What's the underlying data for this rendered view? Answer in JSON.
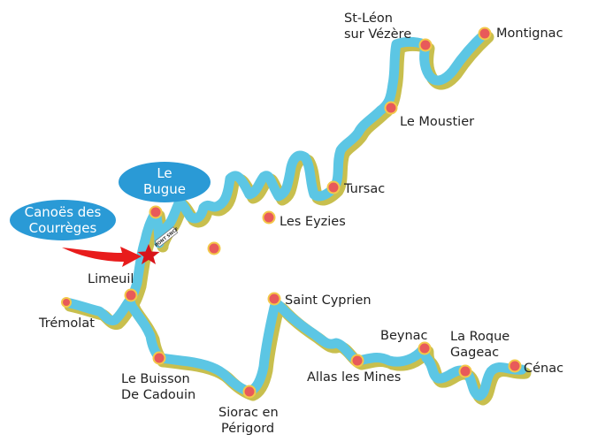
{
  "colors": {
    "river": "#5cc6e4",
    "river_shadow": "#c8bf4e",
    "marker_fill": "#e85a5a",
    "marker_ring": "#f3c84a",
    "bubble": "#2a9ad6",
    "arrow": "#e81c1c",
    "star": "#d8141a"
  },
  "bubbles": {
    "le_bugue": [
      "Le",
      "Bugue"
    ],
    "canoes": [
      "Canoës des",
      "Courrèges"
    ]
  },
  "bridge_sign": "PONT SNCF",
  "places": {
    "st_leon": [
      "St-Léon",
      "sur Vézère"
    ],
    "montignac": "Montignac",
    "le_moustier": "Le Moustier",
    "tursac": "Tursac",
    "les_eyzies": "Les Eyzies",
    "limeuil": "Limeuil",
    "tremolat": "Trémolat",
    "le_buisson": [
      "Le Buisson",
      "De Cadouin"
    ],
    "siorac": [
      "Siorac en",
      "Périgord"
    ],
    "saint_cyprien": "Saint Cyprien",
    "beynac": "Beynac",
    "la_roque": [
      "La Roque",
      "Gageac"
    ],
    "allas": "Allas les Mines",
    "cenac": "Cénac"
  }
}
